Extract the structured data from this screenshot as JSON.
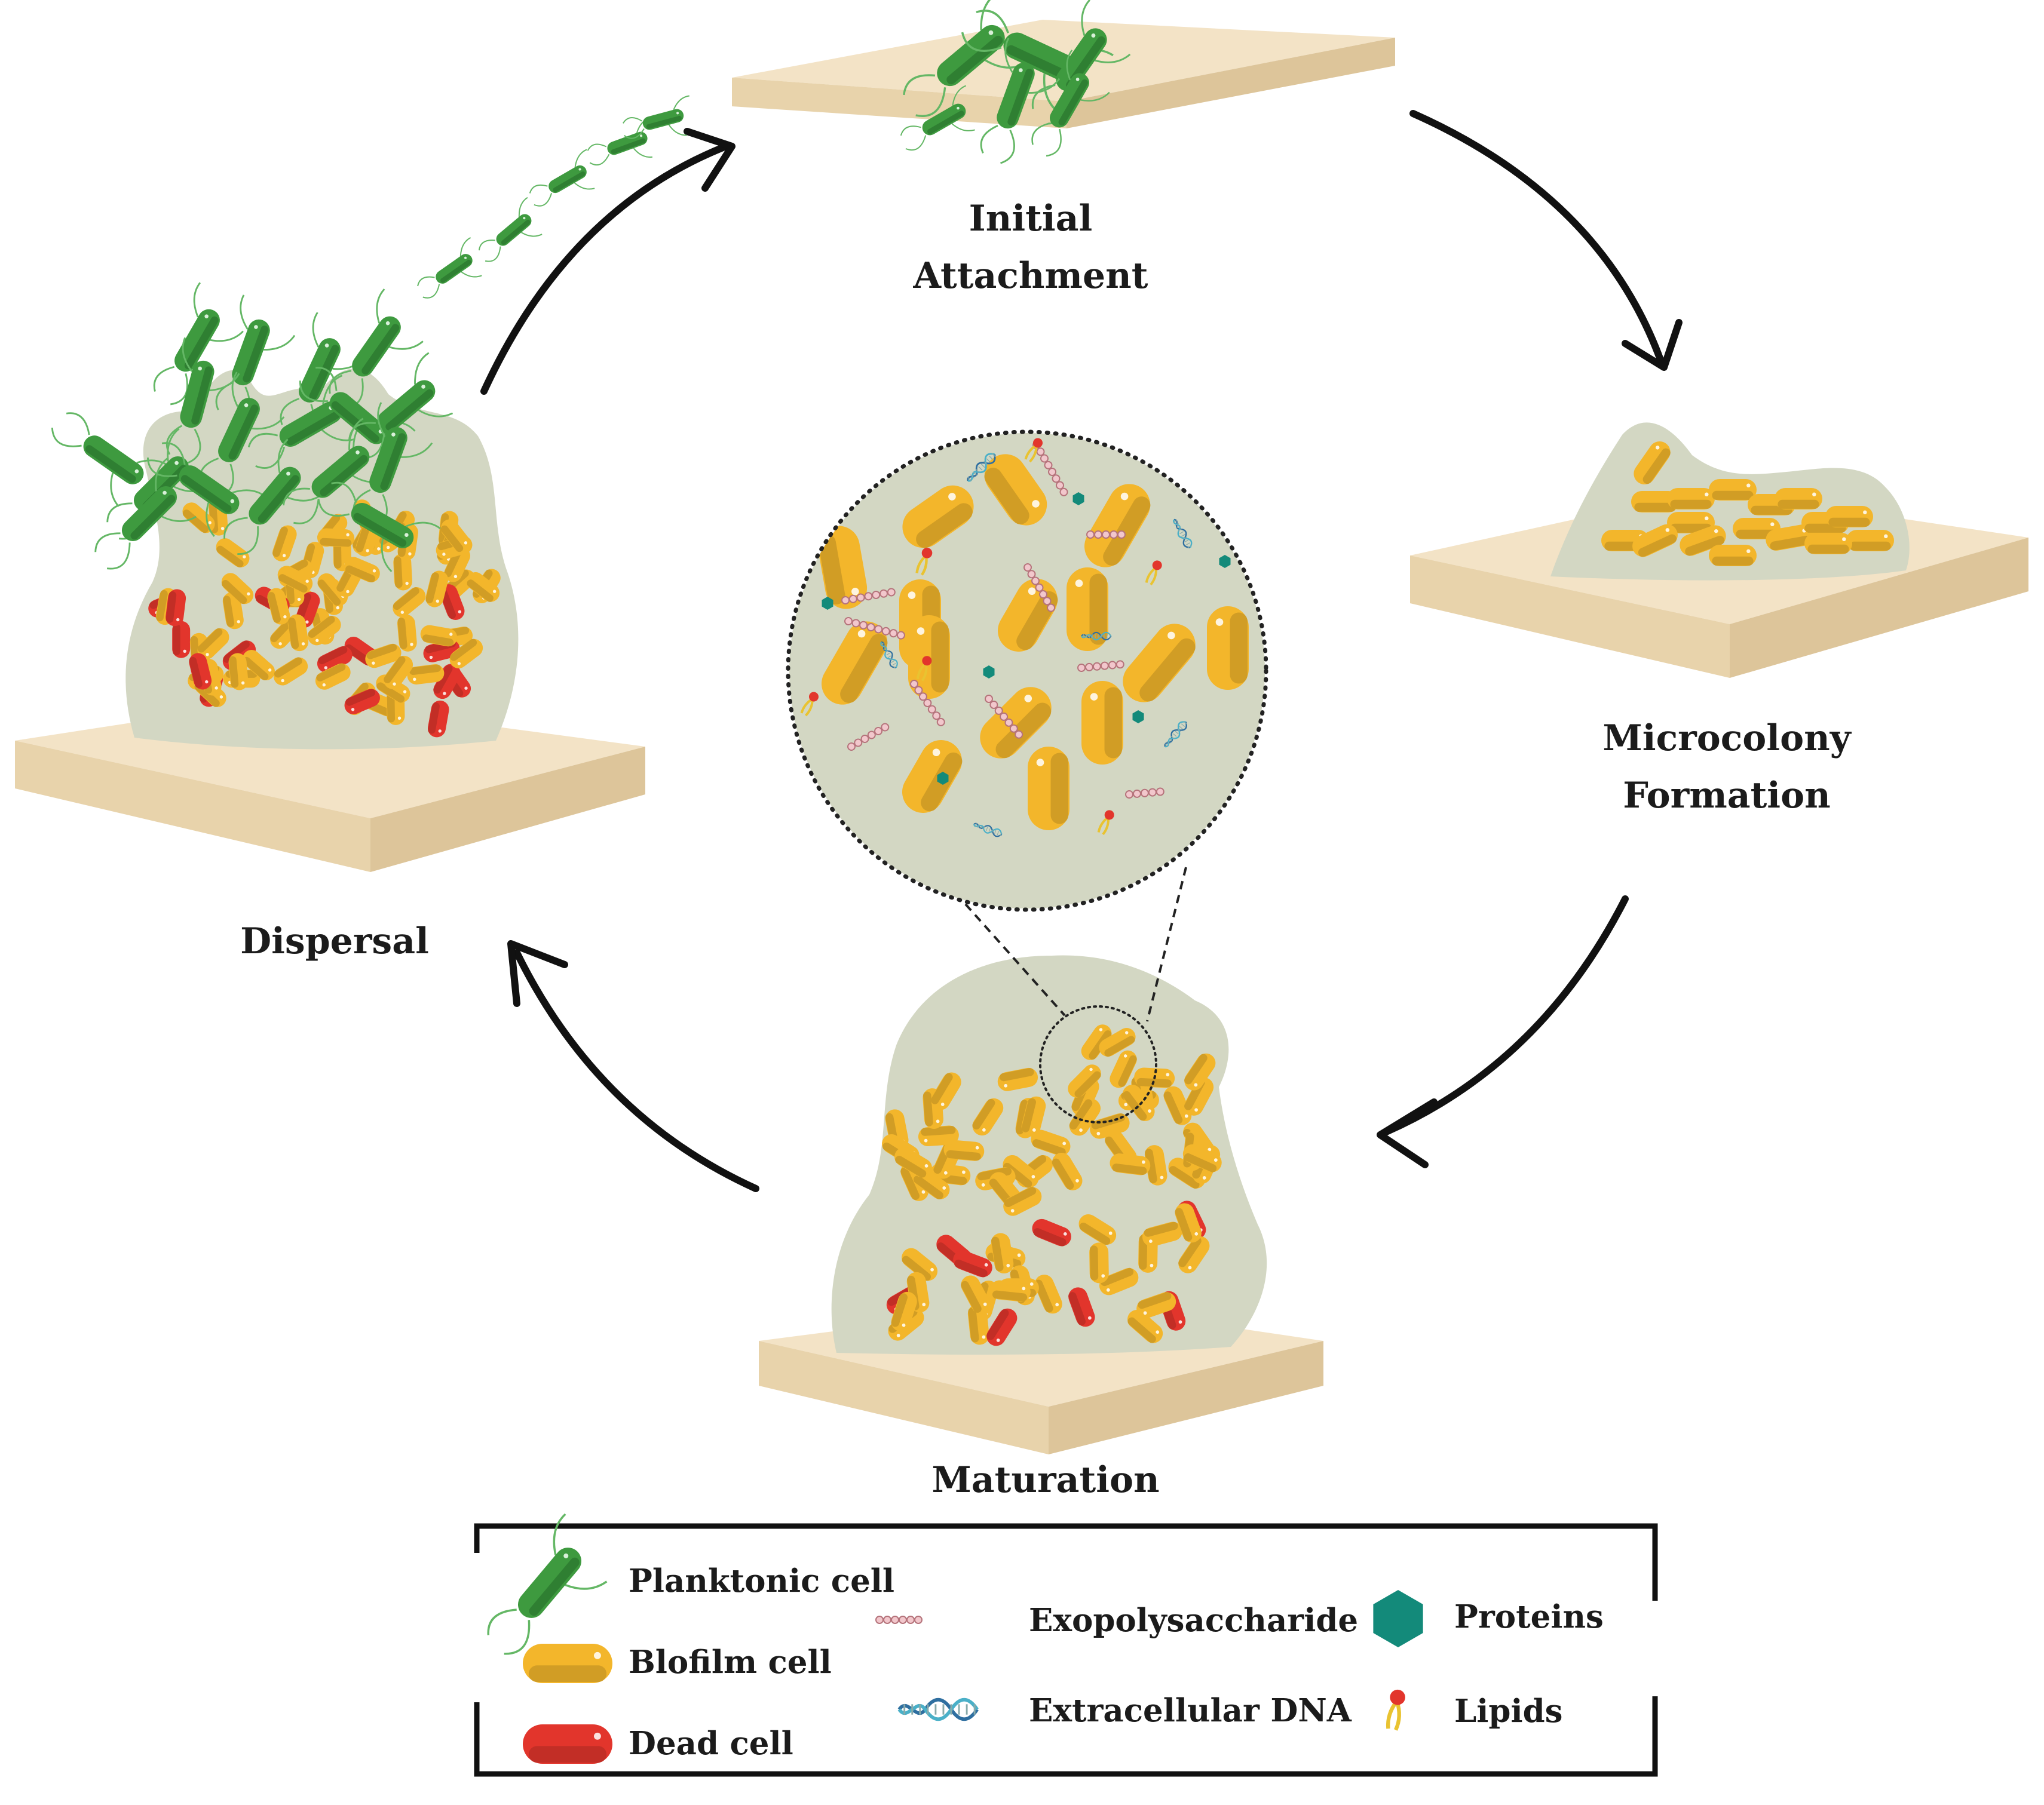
{
  "stages": {
    "initial_attachment": [
      "Initial",
      "Attachment"
    ],
    "microcolony_formation": [
      "Microcolony",
      "Formation"
    ],
    "maturation": "Maturation",
    "dispersal": "Dispersal"
  },
  "legend": {
    "planktonic_cell": "Planktonic cell",
    "biofilm_cell": "Blofilm cell",
    "dead_cell": "Dead cell",
    "exopolysaccharide": "Exopolysaccharide",
    "extracellular_dna": "Extracellular DNA",
    "proteins": "Proteins",
    "lipids": "Lipids"
  },
  "colors": {
    "planktonic": "#3e9a3f",
    "biofilm_cell": "#f3b62b",
    "dead_cell": "#e2352c",
    "matrix": "#d5d9c6",
    "substrate_top": "#f3e3c6",
    "substrate_side": "#e6cfa3",
    "protein": "#138a7a",
    "lipid_head": "#e2352c",
    "lipid_tail": "#e9c331",
    "eps_bead": "#f2c7cc",
    "dna": "#2f6fa0",
    "arrow": "#111111"
  }
}
